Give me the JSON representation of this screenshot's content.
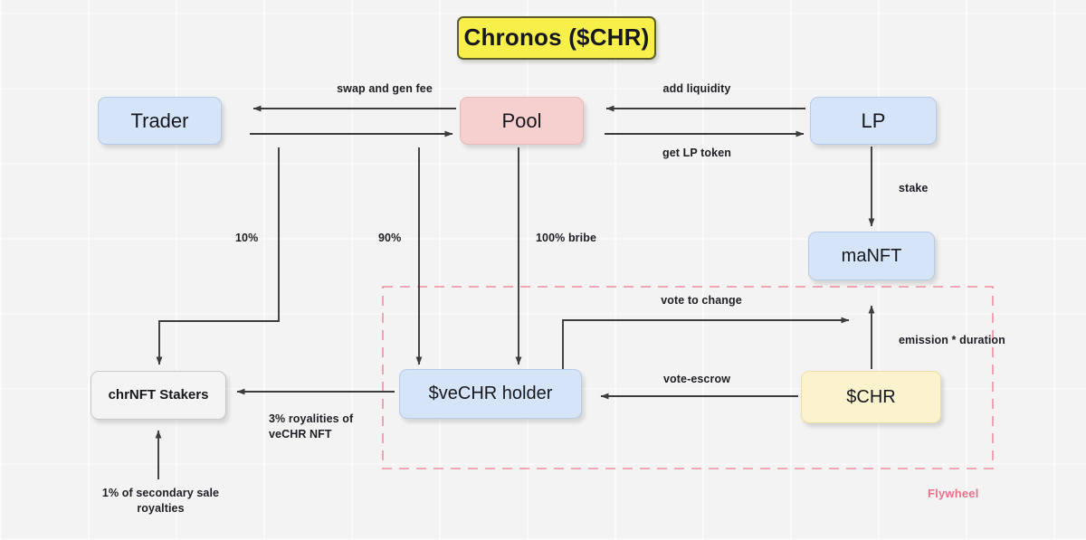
{
  "diagram": {
    "title": "Chronos ($CHR)",
    "caption": "Flywheel",
    "accent_dashed_color": "#ef8fa2",
    "line_color": "#3c3c3c",
    "background": "#f3f3f3"
  },
  "nodes": {
    "title_box": {
      "label": "Chronos ($CHR)",
      "color": "#f7ef4a"
    },
    "trader": {
      "label": "Trader",
      "color": "#d6e4f7"
    },
    "pool": {
      "label": "Pool",
      "color": "#f6cfcf"
    },
    "lp": {
      "label": "LP",
      "color": "#d6e4f7"
    },
    "manft": {
      "label": "maNFT",
      "color": "#d6e4f7"
    },
    "chrnft_stakers": {
      "label": "chrNFT Stakers",
      "color": "#f4f4f4"
    },
    "vechr_holder": {
      "label": "$veCHR holder",
      "color": "#d6e4f7"
    },
    "chr": {
      "label": "$CHR",
      "color": "#fbf3cd"
    }
  },
  "edges": {
    "swap_and_gen_fee": "swap and gen fee",
    "add_liquidity": "add liquidity",
    "get_lp_token": "get LP token",
    "stake": "stake",
    "ten_percent": "10%",
    "ninety_percent": "90%",
    "hundred_percent_bribe": "100% bribe",
    "vote_to_change": "vote to change",
    "vote_escrow": "vote-escrow",
    "emission_duration": "emission * duration",
    "royalties_of_vechr_nft": "3% royalities of\nveCHR NFT",
    "secondary_sale_royalties": "1% of secondary sale\nroyalties"
  }
}
